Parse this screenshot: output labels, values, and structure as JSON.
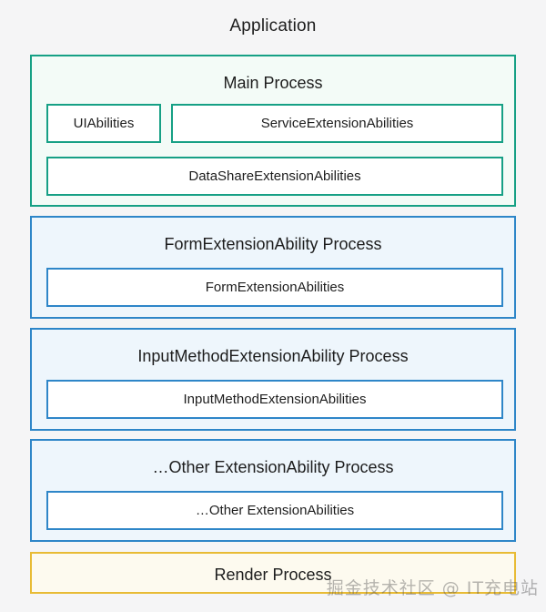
{
  "diagram": {
    "title": "Application",
    "background_color": "#f5f5f6",
    "processes": [
      {
        "name": "Main Process",
        "accent_color": "#16a085",
        "fill_color": "#f3fbf7",
        "abilities_row1": [
          "UIAbilities",
          "ServiceExtensionAbilities"
        ],
        "abilities_row2": [
          "DataShareExtensionAbilities"
        ]
      },
      {
        "name": "FormExtensionAbility Process",
        "accent_color": "#2e86c8",
        "fill_color": "#eef6fc",
        "abilities": [
          "FormExtensionAbilities"
        ]
      },
      {
        "name": "InputMethodExtensionAbility Process",
        "accent_color": "#2e86c8",
        "fill_color": "#eef6fc",
        "abilities": [
          "InputMethodExtensionAbilities"
        ]
      },
      {
        "name": "…Other ExtensionAbility Process",
        "accent_color": "#2e86c8",
        "fill_color": "#eef6fc",
        "abilities": [
          "…Other ExtensionAbilities"
        ]
      },
      {
        "name": "Render Process",
        "accent_color": "#e8bb35",
        "fill_color": "#fdfaef",
        "abilities": []
      }
    ]
  },
  "watermark": {
    "text": "掘金技术社区 @ IT充电站"
  }
}
